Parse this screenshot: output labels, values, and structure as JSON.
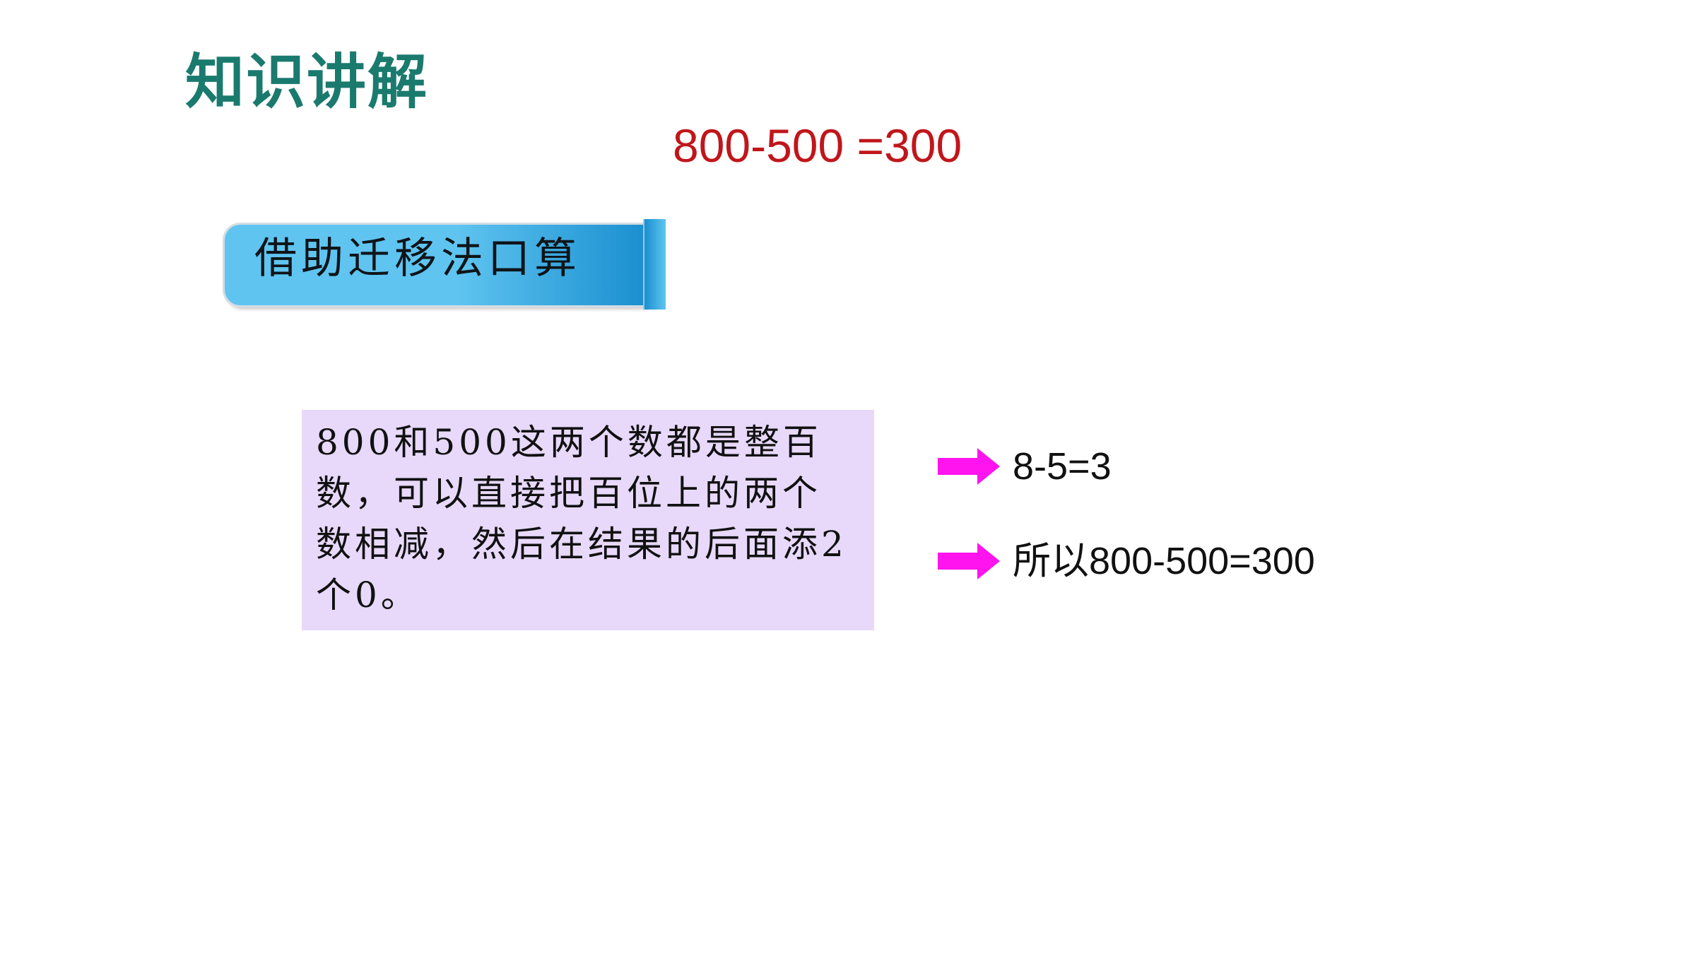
{
  "title": "知识讲解",
  "equation": "800-500 =300",
  "banner": {
    "label": "借助迁移法口算"
  },
  "explanation": "800和500这两个数都是整百数，可以直接把百位上的两个数相减，然后在结果的后面添2个0。",
  "steps": [
    {
      "icon": "right-arrow-icon",
      "text": "8-5=3"
    },
    {
      "icon": "right-arrow-icon",
      "text": "所以800-500=300"
    }
  ],
  "colors": {
    "title": "#1a7a6e",
    "equation": "#c0161b",
    "banner_light": "#5fc4f0",
    "banner_dark": "#1a8fd0",
    "box_background": "#e8d9fb",
    "arrow": "#ff13ee"
  }
}
